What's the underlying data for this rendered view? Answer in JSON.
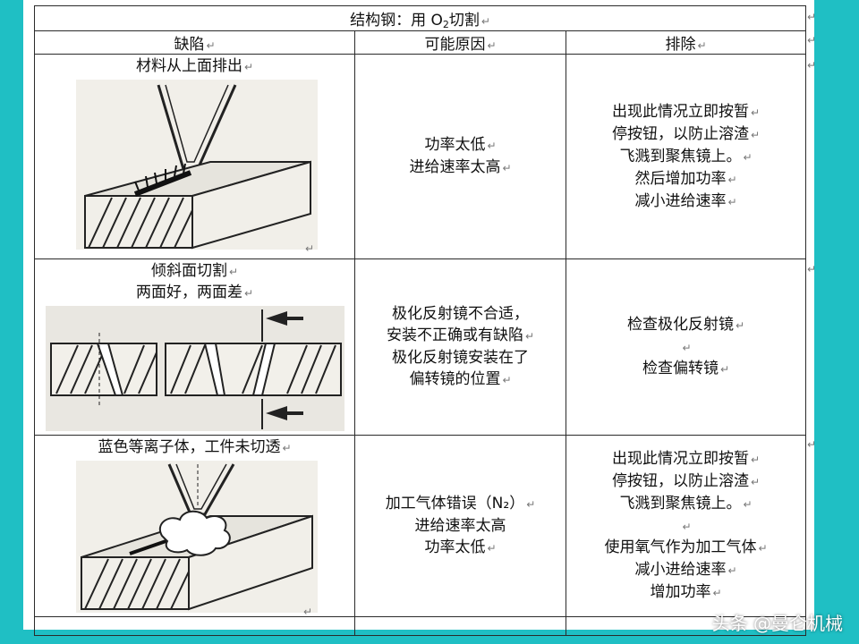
{
  "table": {
    "title_prefix": "结构钢：用 O",
    "title_sub": "2",
    "title_suffix": "切割",
    "headers": [
      "缺陷",
      "可能原因",
      "排除"
    ],
    "rows": [
      {
        "defect_lines": [
          "材料从上面排出"
        ],
        "causes": [
          "功率太低",
          "进给速率太高"
        ],
        "remedies": [
          "出现此情况立即按暂",
          "停按钮，以防止溶渣",
          "飞溅到聚焦镜上。",
          "然后增加功率",
          "减小进给速率"
        ]
      },
      {
        "defect_lines": [
          "倾斜面切割",
          "两面好，两面差"
        ],
        "causes": [
          "极化反射镜不合适，",
          "安装不正确或有缺陷",
          "极化反射镜安装在了",
          "偏转镜的位置"
        ],
        "remedies": [
          "检查极化反射镜",
          "",
          "检查偏转镜"
        ]
      },
      {
        "defect_lines": [
          "蓝色等离子体，工件未切透"
        ],
        "causes": [
          "加工气体错误（N₂）",
          "进给速率太高",
          "功率太低"
        ],
        "remedies": [
          "出现此情况立即按暂",
          "停按钮，以防止溶渣",
          "飞溅到聚焦镜上。",
          "",
          "使用氧气作为加工气体",
          "减小进给速率",
          "增加功率"
        ]
      }
    ]
  },
  "paragraph_mark": "↵",
  "watermark": "头条 @曼仑机械",
  "colors": {
    "background": "#1fbfc4",
    "page": "#ffffff",
    "border": "#2a2a2a"
  }
}
